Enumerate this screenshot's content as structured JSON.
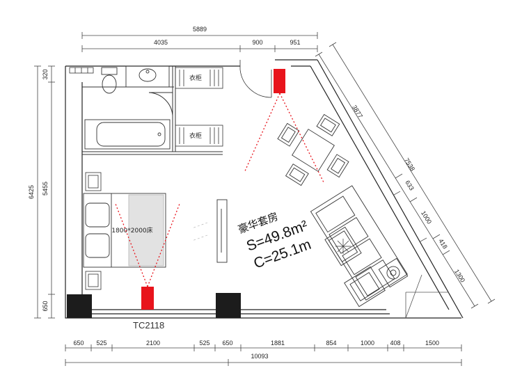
{
  "room": {
    "name": "豪华套房",
    "area": "S=49.8m²",
    "perimeter": "C=25.1m",
    "code": "TC2118"
  },
  "labels": {
    "wardrobe_top": "衣柜",
    "wardrobe_mid": "衣柜",
    "bed": "1800*2000床"
  },
  "dimensions": {
    "top_total": "5889",
    "top_segments": [
      "4035",
      "900",
      "951"
    ],
    "left_total": "6425",
    "left_segments": [
      "320",
      "5455",
      "650"
    ],
    "bottom_segments": [
      "650",
      "525",
      "2100",
      "525",
      "650",
      "1881",
      "854",
      "1000",
      "408",
      "1500"
    ],
    "bottom_total": "10093",
    "diag_outer": "7538",
    "diag_upper": "3877",
    "diag_segments": [
      "633",
      "1000",
      "418",
      "1300"
    ]
  },
  "colors": {
    "camera": "#e8141c",
    "sightline": "#e8141c",
    "column": "#1c1c1c"
  }
}
